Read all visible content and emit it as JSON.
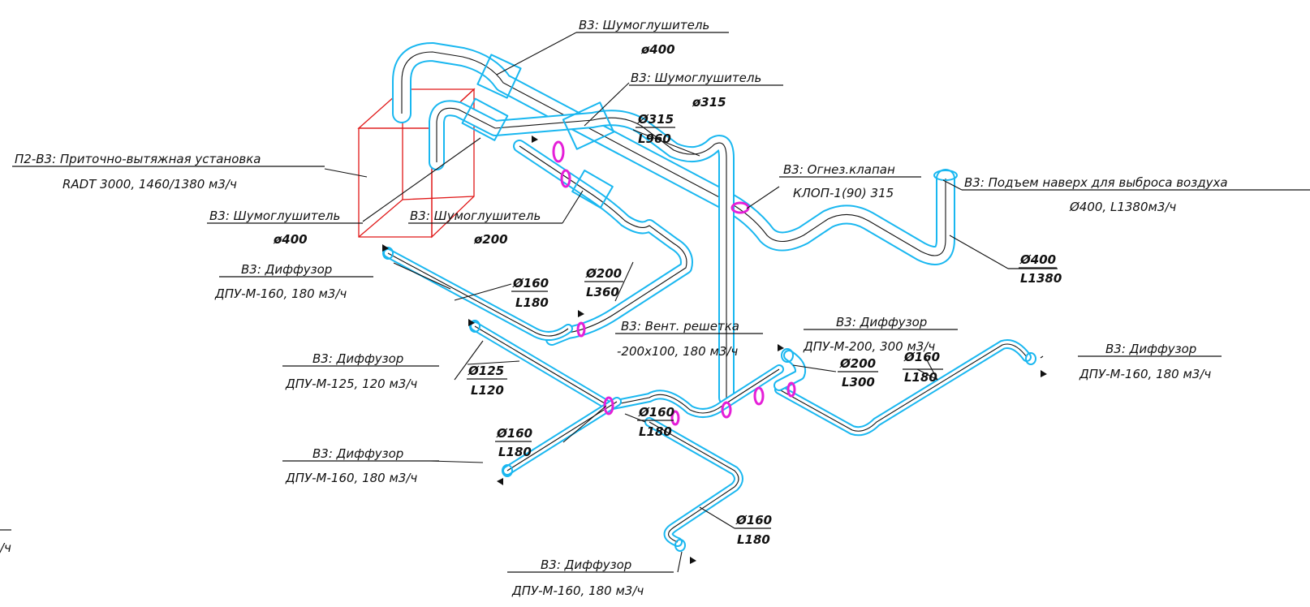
{
  "colors": {
    "duct": "#19b7f0",
    "fitting": "#e51fd8",
    "unit": "#e01818",
    "text": "#111111"
  },
  "labels": {
    "muffler_top_title": "В3: Шумоглушитель",
    "muffler_top_size": "ø400",
    "muffler_mid_title": "В3: Шумоглушитель",
    "muffler_mid_size": "ø315",
    "unit_title": "П2-В3: Приточно-вытяжная установка",
    "unit_spec": "RADT 3000, 1460/1380 м3/ч",
    "muffler_left_title": "В3: Шумоглушитель",
    "muffler_left_size": "ø400",
    "muffler_right_title": "В3: Шумоглушитель",
    "muffler_right_size": "ø200",
    "damper_title": "В3: Огнез.клапан",
    "damper_spec": "КЛОП-1(90) 315",
    "riser_title": "В3: Подъем наверх для выброса воздуха",
    "riser_spec": "Ø400, L1380м3/ч",
    "diff1_title": "В3: Диффузор",
    "diff1_spec": "ДПУ-М-160, 180 м3/ч",
    "diff2_title": "В3: Диффузор",
    "diff2_spec": "ДПУ-М-125, 120 м3/ч",
    "diff3_title": "В3: Диффузор",
    "diff3_spec": "ДПУ-М-160, 180 м3/ч",
    "diff4_title": "В3: Диффузор",
    "diff4_spec": "ДПУ-М-160, 180 м3/ч",
    "diff5_title": "В3: Диффузор",
    "diff5_spec": "ДПУ-М-200, 300 м3/ч",
    "diff6_title": "В3: Диффузор",
    "diff6_spec": "ДПУ-М-160, 180 м3/ч",
    "grille_title": "В3: Вент. решетка",
    "grille_spec": "-200х100, 180 м3/ч",
    "edge_fragment": "/ч"
  },
  "sizes": [
    {
      "d": "Ø315",
      "l": "L960"
    },
    {
      "d": "Ø400",
      "l": "L1380"
    },
    {
      "d": "Ø200",
      "l": "L360"
    },
    {
      "d": "Ø160",
      "l": "L180"
    },
    {
      "d": "Ø125",
      "l": "L120"
    },
    {
      "d": "Ø160",
      "l": "L180"
    },
    {
      "d": "Ø160",
      "l": "L180"
    },
    {
      "d": "Ø200",
      "l": "L300"
    },
    {
      "d": "Ø160",
      "l": "L180"
    },
    {
      "d": "Ø160",
      "l": "L180"
    }
  ]
}
